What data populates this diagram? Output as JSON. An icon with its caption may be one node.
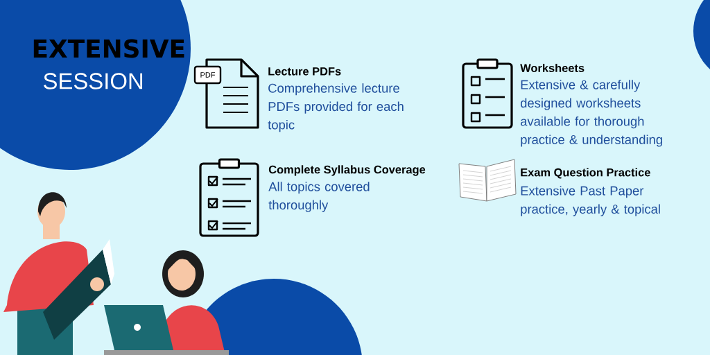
{
  "diagram": {
    "labels": [
      "EXTENSIVE",
      "SESSION",
      "PDF",
      "Lecture PDFs",
      "Comprehensive lecture PDFs provided for each topic",
      "Worksheets",
      "Extensive & carefully designed worksheets available for thorough practice & understanding",
      "Complete Syllabus Coverage",
      "All topics covered thoroughly",
      "Exam Question Practice",
      "Extensive  Past Paper practice, yearly & topical"
    ]
  }
}
